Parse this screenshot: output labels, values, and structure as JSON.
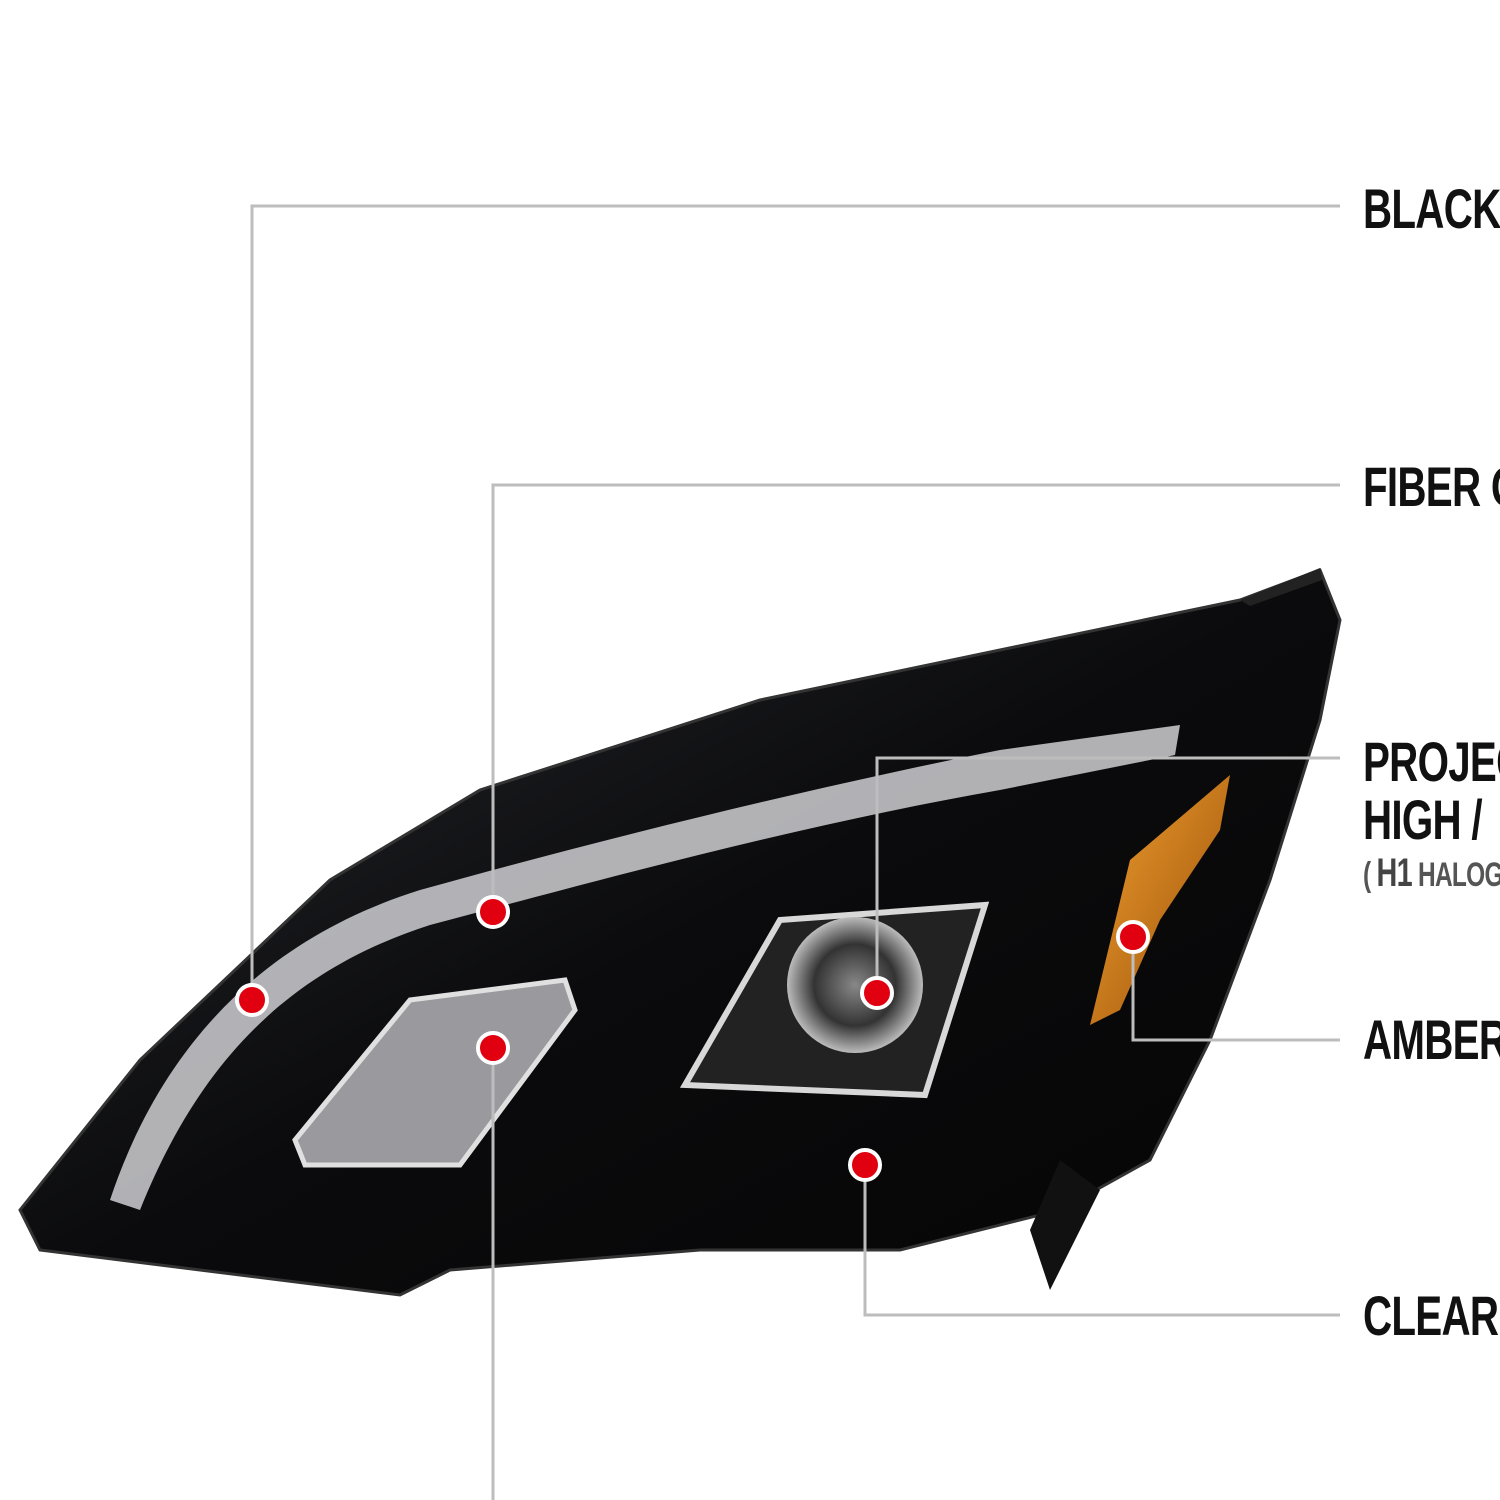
{
  "callouts": {
    "black": "BLACK",
    "fiber": "FIBER O",
    "projector_line1": "PROJEC",
    "projector_line2": "HIGH /",
    "projector_note_paren": "(",
    "projector_note_bulb": "H1",
    "projector_note_type": "HALOG",
    "amber": "AMBER",
    "clear": "CLEAR I"
  },
  "colors": {
    "line": "#bdbdbd",
    "dot": "#e10010",
    "housing": "#0c0c0e",
    "amber": "#d98a1a",
    "text": "#111111"
  }
}
